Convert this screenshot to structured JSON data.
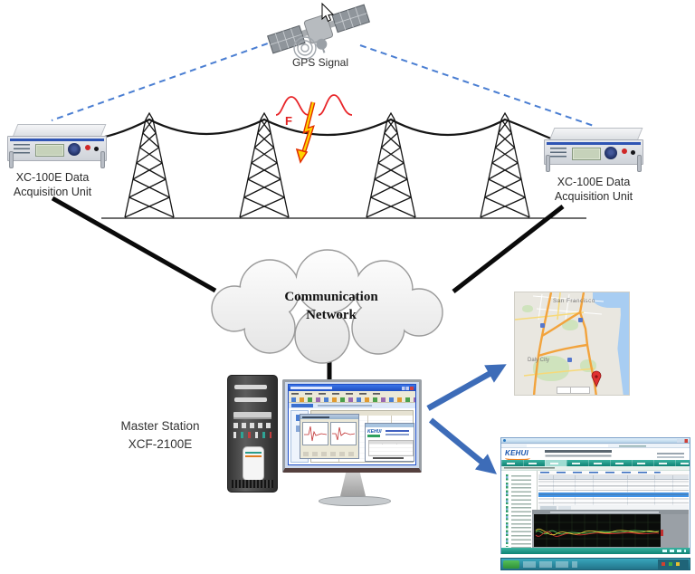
{
  "diagram": {
    "gps": {
      "label": "GPS Signal"
    },
    "devices": {
      "left": {
        "lines": [
          "XC-100E Data",
          "Acquisition Unit"
        ]
      },
      "right": {
        "lines": [
          "XC-100E Data",
          "Acquisition Unit"
        ]
      }
    },
    "fault": {
      "label": "F"
    },
    "cloud": {
      "lines": [
        "Communication",
        "Network"
      ]
    },
    "master_station": {
      "lines": [
        "Master Station",
        "XCF-2100E"
      ]
    },
    "map": {
      "city_main": "San Francisco",
      "city_secondary": "Daly City"
    },
    "webapp": {
      "logo": "KEHUI"
    }
  },
  "colors": {
    "dashed_gps_line": "#4a7ed2",
    "arrow_blue": "#3d6cb8",
    "fault_red": "#e8262a",
    "bolt_yellow": "#ffd400",
    "teal_bar": "#18957f",
    "table_highlight": "#3f93e8",
    "map_road_orange": "#f2a33c",
    "map_pin_red": "#e03030"
  }
}
